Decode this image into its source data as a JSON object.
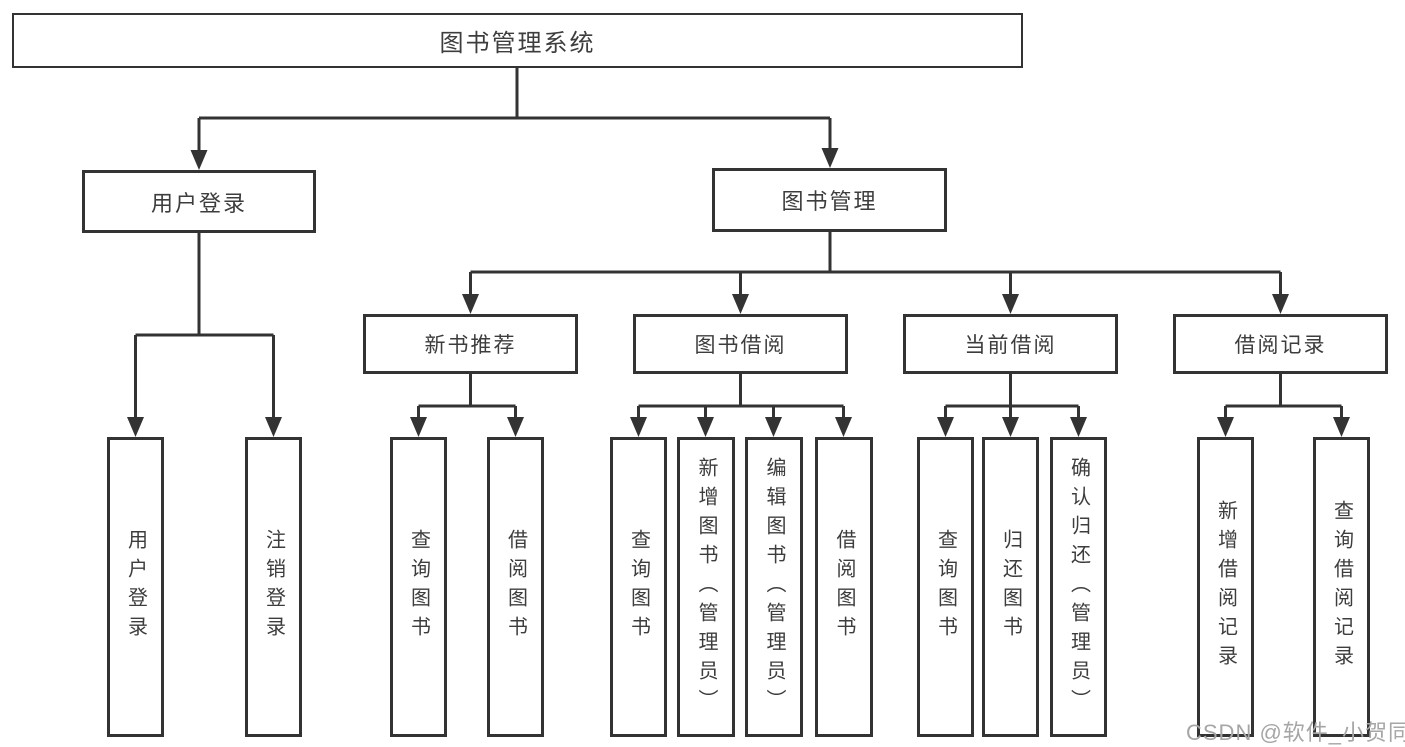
{
  "colors": {
    "line": "#333333",
    "text": "#3d3d3d",
    "box_background": "#ffffff",
    "watermark": "#a6a6a6"
  },
  "watermark": {
    "text": "CSDN @软件_小贺同学"
  },
  "tree": {
    "label": "图书管理系统",
    "children": [
      {
        "label": "用户登录",
        "children": [
          {
            "label": "用户登录"
          },
          {
            "label": "注销登录"
          }
        ]
      },
      {
        "label": "图书管理",
        "children": [
          {
            "label": "新书推荐",
            "children": [
              {
                "label": "查询图书"
              },
              {
                "label": "借阅图书"
              }
            ]
          },
          {
            "label": "图书借阅",
            "children": [
              {
                "label": "查询图书"
              },
              {
                "label": "新增图书（管理员）"
              },
              {
                "label": "编辑图书（管理员）"
              },
              {
                "label": "借阅图书"
              }
            ]
          },
          {
            "label": "当前借阅",
            "children": [
              {
                "label": "查询图书"
              },
              {
                "label": "归还图书"
              },
              {
                "label": "确认归还（管理员）"
              }
            ]
          },
          {
            "label": "借阅记录",
            "children": [
              {
                "label": "新增借阅记录"
              },
              {
                "label": "查询借阅记录"
              }
            ]
          }
        ]
      }
    ]
  }
}
